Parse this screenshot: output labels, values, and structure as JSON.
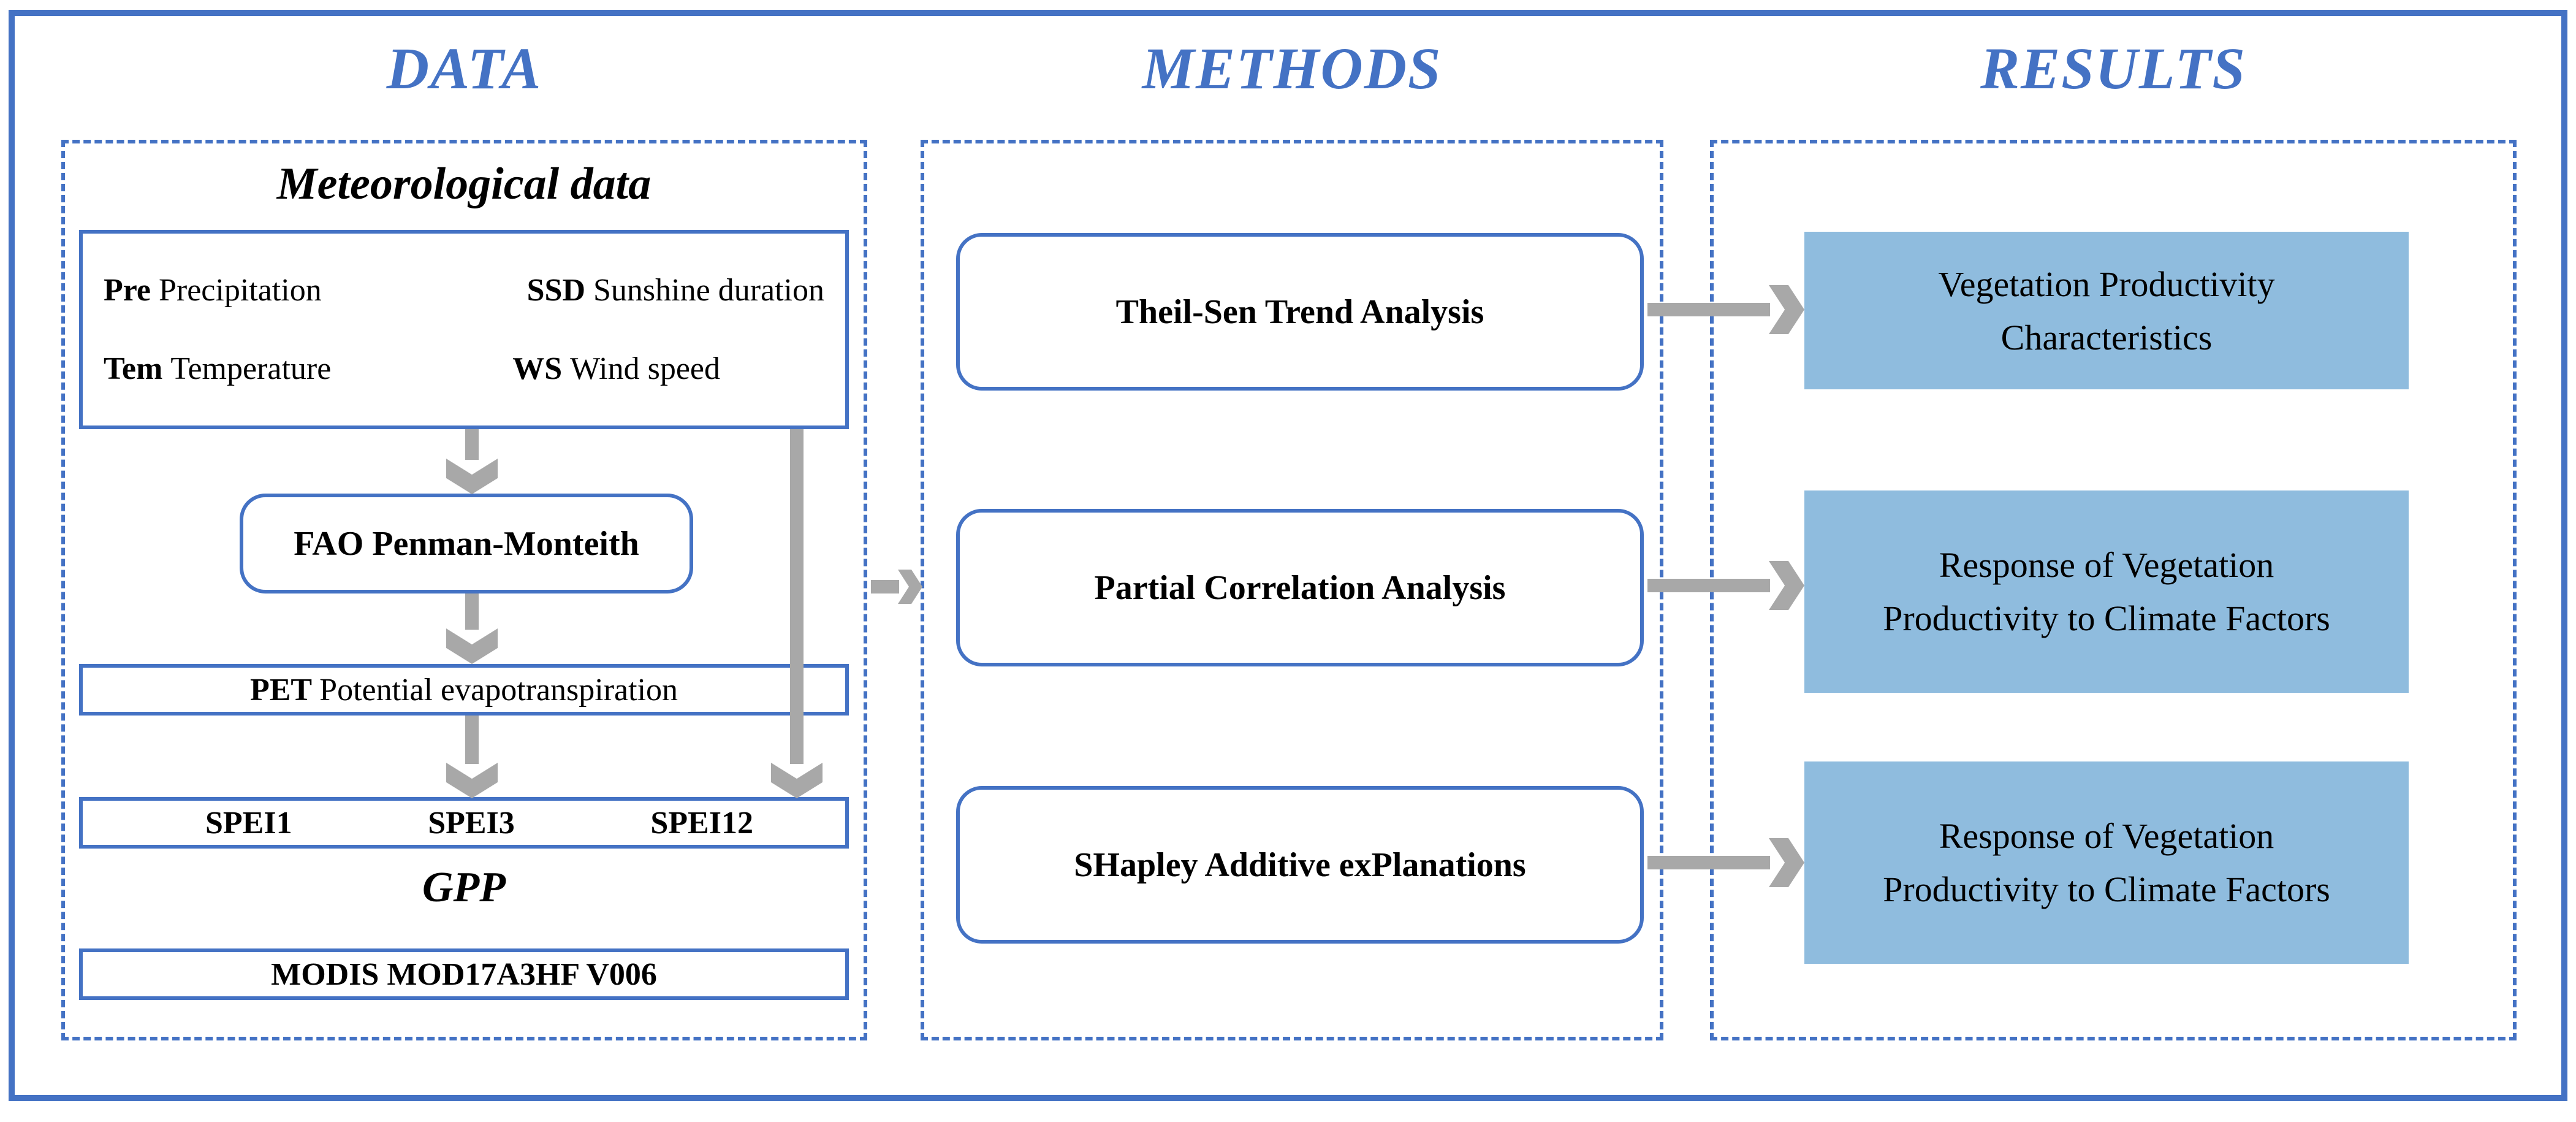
{
  "headers": {
    "data": "DATA",
    "methods": "METHODS",
    "results": "RESULTS"
  },
  "data_panel": {
    "met_title": "Meteorological data",
    "met_items": [
      {
        "abbr": "Pre",
        "label": "Precipitation"
      },
      {
        "abbr": "SSD",
        "label": "Sunshine duration"
      },
      {
        "abbr": "Tem",
        "label": "Temperature"
      },
      {
        "abbr": "WS",
        "label": "Wind speed"
      }
    ],
    "fao_label": "FAO Penman-Monteith",
    "pet": {
      "abbr": "PET",
      "label": "Potential evapotranspiration"
    },
    "spei_items": [
      "SPEI1",
      "SPEI3",
      "SPEI12"
    ],
    "gpp_title": "GPP",
    "modis_label": "MODIS MOD17A3HF V006"
  },
  "methods_panel": {
    "boxes": [
      "Theil-Sen Trend Analysis",
      "Partial Correlation Analysis",
      "SHapley Additive exPlanations"
    ]
  },
  "results_panel": {
    "boxes": [
      "Vegetation Productivity Characteristics",
      "Response of Vegetation Productivity to Climate Factors",
      "Response of Vegetation Productivity to Climate Factors"
    ]
  },
  "colors": {
    "accent_blue": "#4472C4",
    "result_fill_blue": "#8FBCDE",
    "arrow_gray": "#A8A8A8",
    "text_black": "#000000"
  }
}
